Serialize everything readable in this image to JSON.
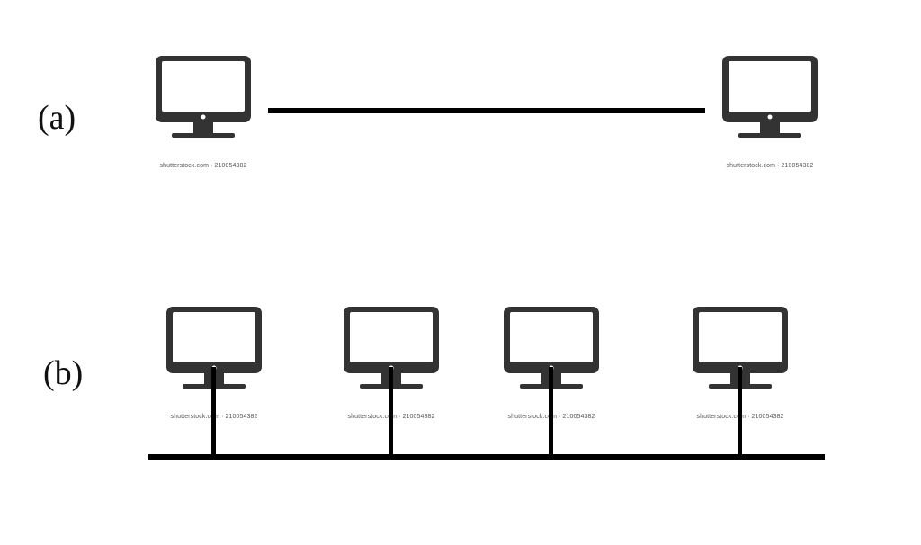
{
  "panels": {
    "a": {
      "label": "(a)"
    },
    "b": {
      "label": "(b)"
    }
  },
  "watermark_text": "shutterstock.com · 210054382",
  "icons": {
    "computer": "desktop-monitor-icon"
  },
  "colors": {
    "monitor": "#333333",
    "wire": "#000000",
    "background": "#ffffff"
  }
}
